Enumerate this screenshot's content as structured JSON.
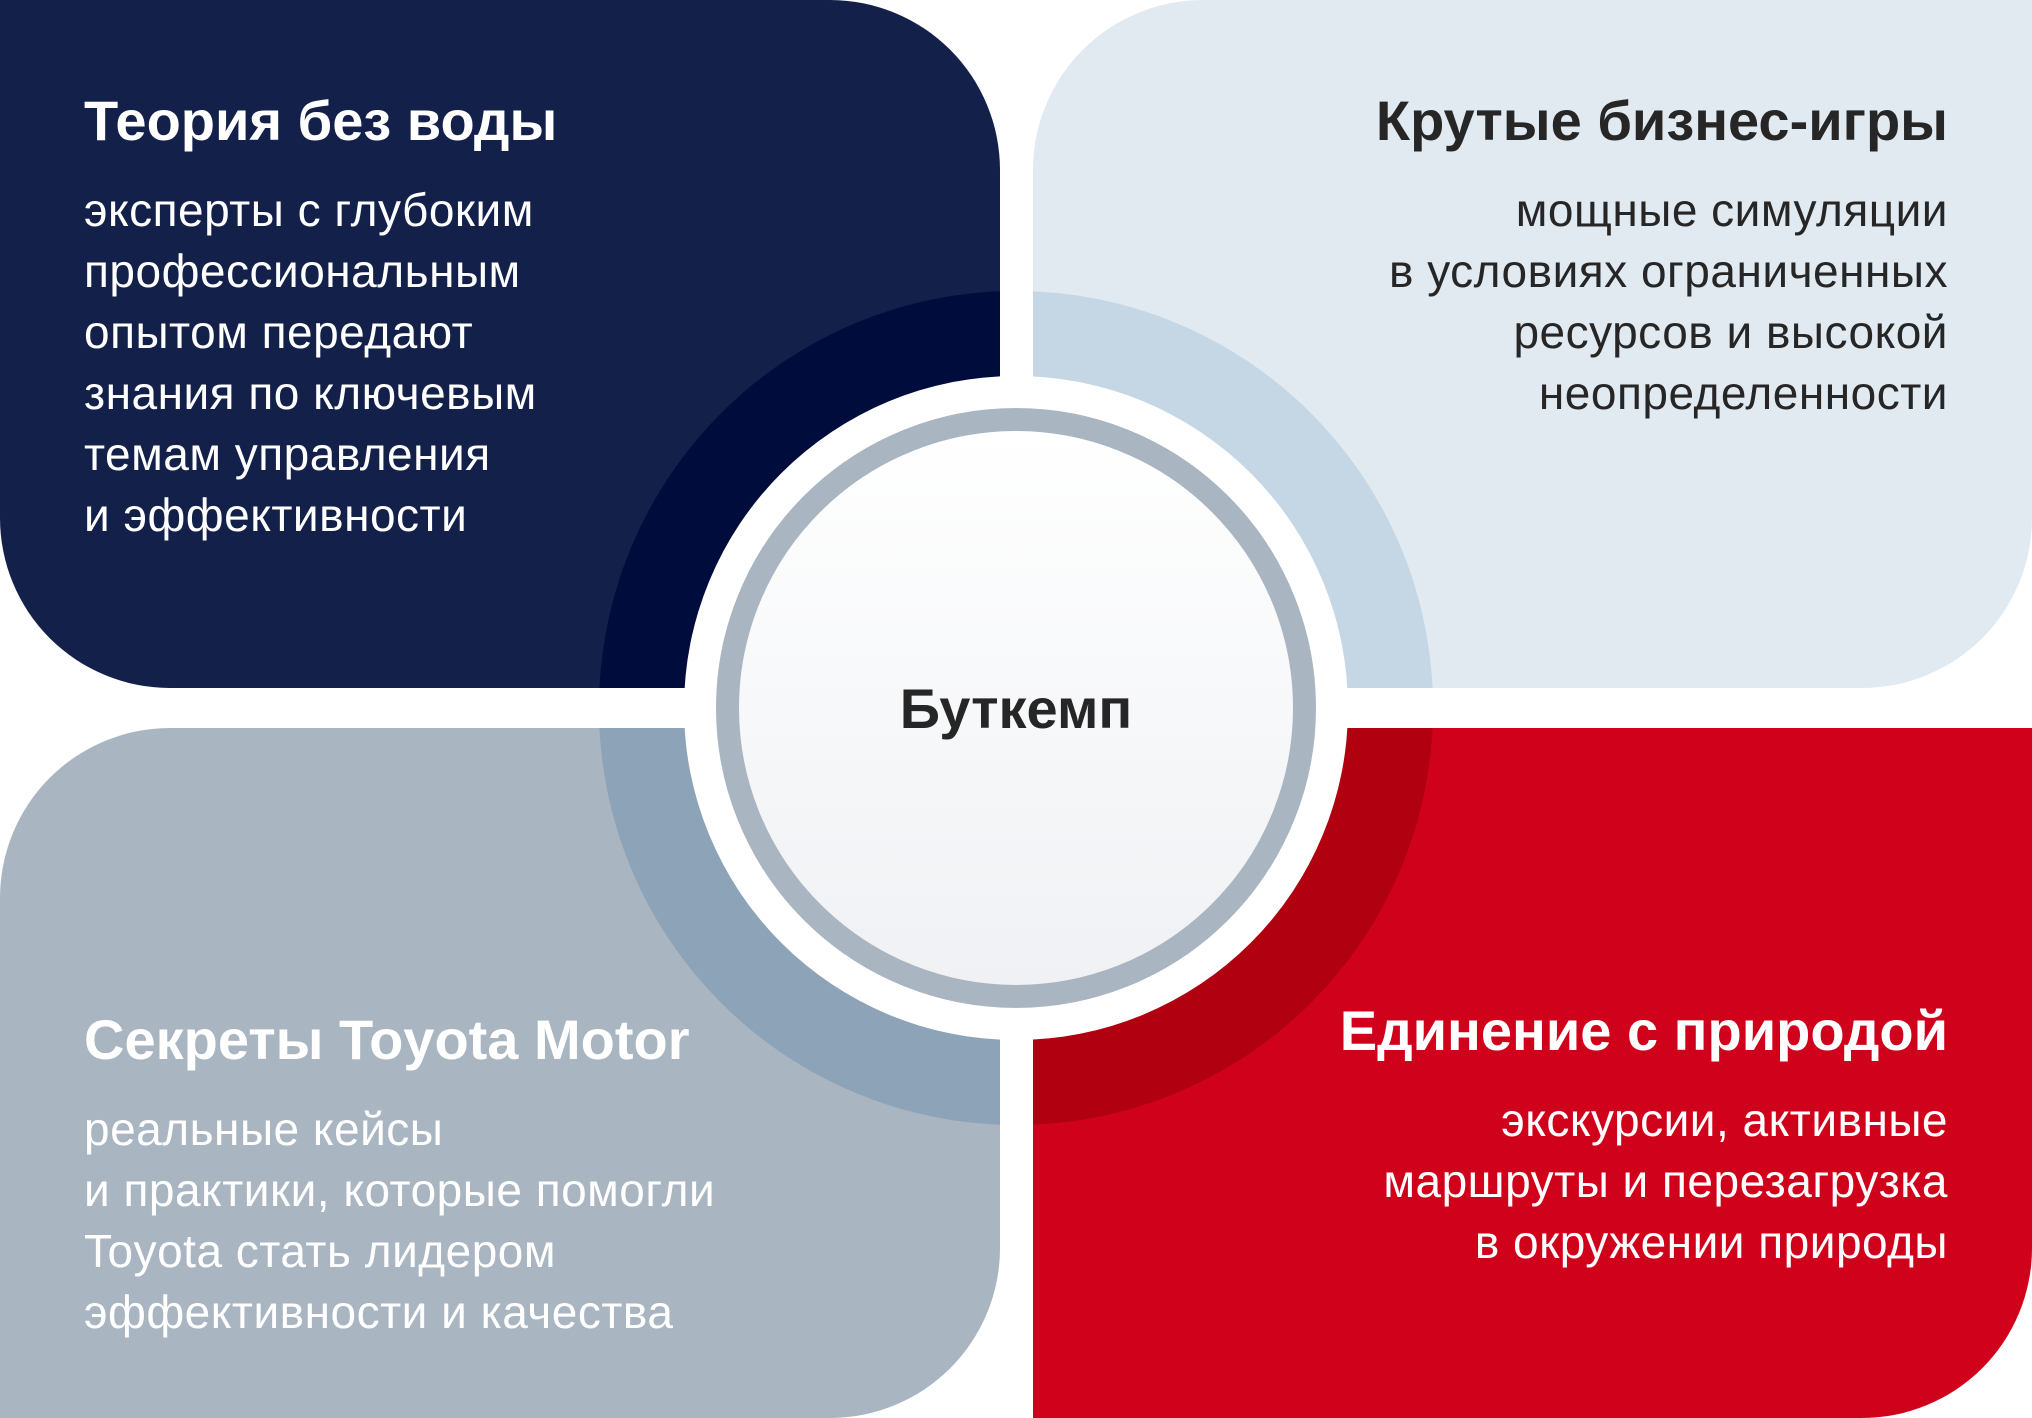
{
  "center": {
    "label": "Буткемп"
  },
  "quadrants": {
    "theory": {
      "title": "Теория без воды",
      "lines": [
        "эксперты с глубоким",
        "профессиональным",
        "опытом передают",
        "знания по ключевым",
        "темам управления",
        "и эффективности"
      ]
    },
    "games": {
      "title": "Крутые бизнес-игры",
      "lines": [
        "мощные симуляции",
        "в условиях ограниченных",
        "ресурсов и высокой",
        "неопределенности"
      ]
    },
    "toyota": {
      "title": "Секреты Toyota Motor",
      "lines": [
        "реальные кейсы",
        "и практики, которые помогли",
        "Toyota стать лидером",
        "эффективности и качества"
      ]
    },
    "nature": {
      "title": "Единение с природой",
      "lines": [
        "экскурсии, активные",
        "маршруты и перезагрузка",
        "в окружении природы"
      ]
    }
  },
  "colors": {
    "navy": "#13204a",
    "light_blue": "#e1e9f1",
    "gray_blue": "#a9b5c1",
    "red": "#d0021b"
  }
}
